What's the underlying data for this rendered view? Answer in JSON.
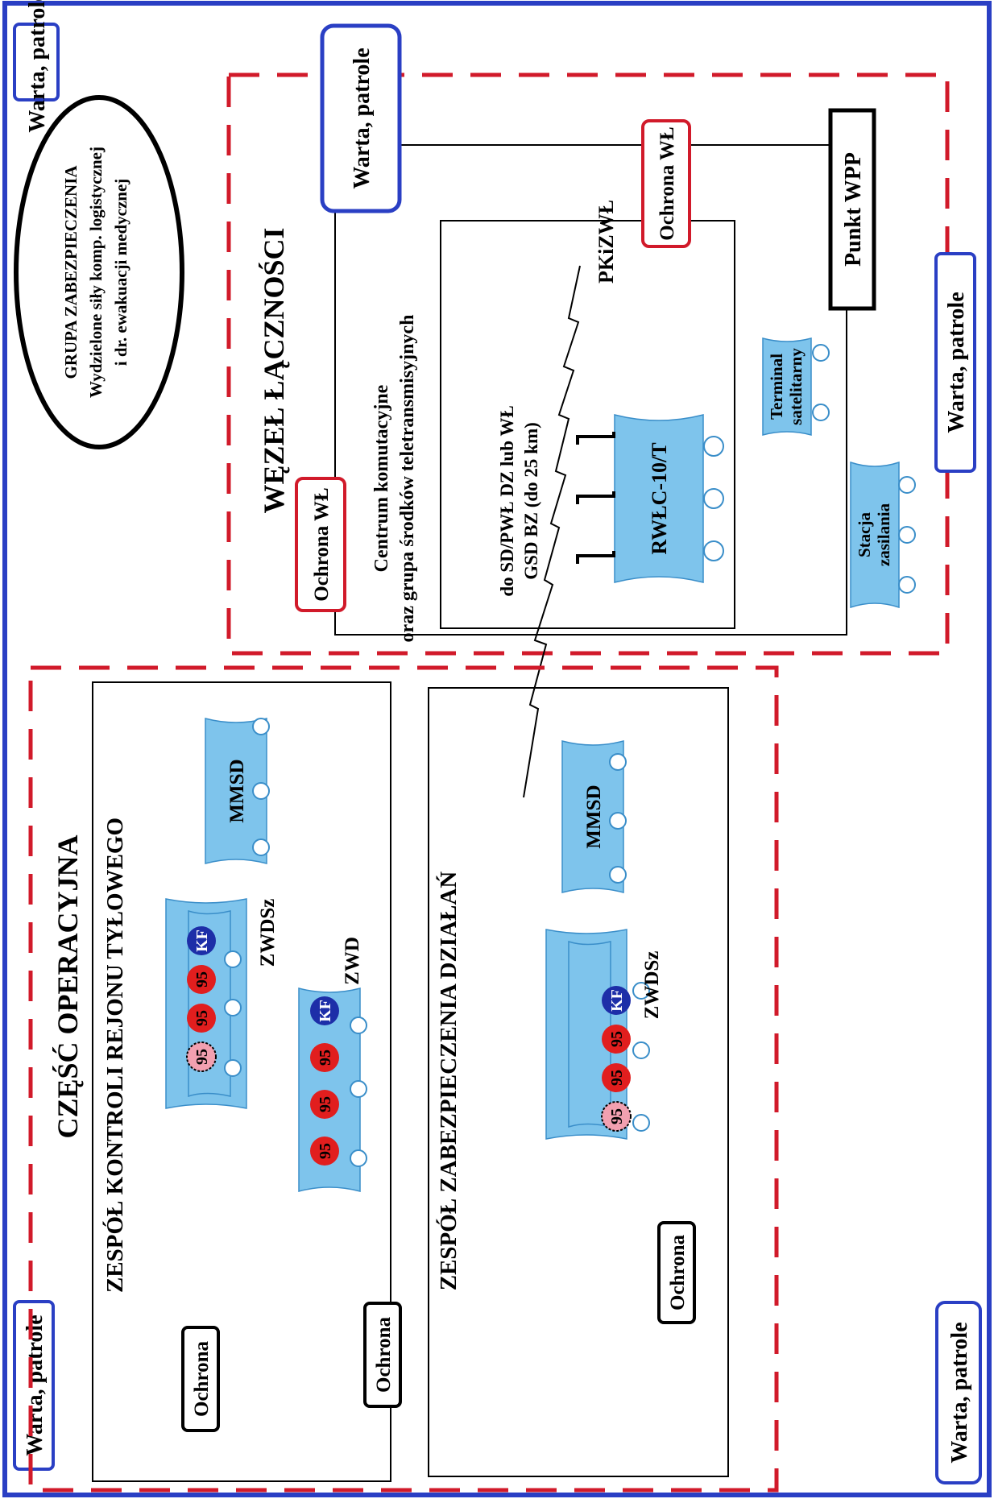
{
  "guard_label": "Warta, patrole",
  "protection_label": "Ochrona",
  "node_protection_label": "Ochrona WŁ",
  "support_group": {
    "title": "GRUPA ZABEZPIECZENIA",
    "line2": "Wydzielone siły komp. logistycznej",
    "line3": "i dr. ewakuacji medycznej"
  },
  "comm_node": {
    "title": "WĘZEŁ ŁĄCZNOŚCI",
    "switching_center_line1": "Centrum komutacyjne",
    "switching_center_line2": "oraz grupa środków teletransmisyjnych",
    "pkizwl": "PKiZWŁ",
    "link_line1": "do SD/PWŁ DZ lub WŁ",
    "link_line2": "GSD BZ (do 25 km)",
    "radio_relay": "RWŁC-10/T",
    "satellite_line1": "Terminal",
    "satellite_line2": "satelitarny",
    "power_line1": "Stacja",
    "power_line2": "zasilania",
    "wpp_point": "Punkt WPP"
  },
  "operational": {
    "title": "CZĘŚĆ OPERACYJNA",
    "rear_team": "ZESPÓŁ KONTROLI REJONU TYŁOWEGO",
    "ops_team": "ZESPÓŁ ZABEZPIECZENIA DZIAŁAŃ",
    "mmsd": "MMSD",
    "zwdsz": "ZWDSz",
    "zwd": "ZWD",
    "badge_95": "95",
    "badge_kf": "KF"
  }
}
